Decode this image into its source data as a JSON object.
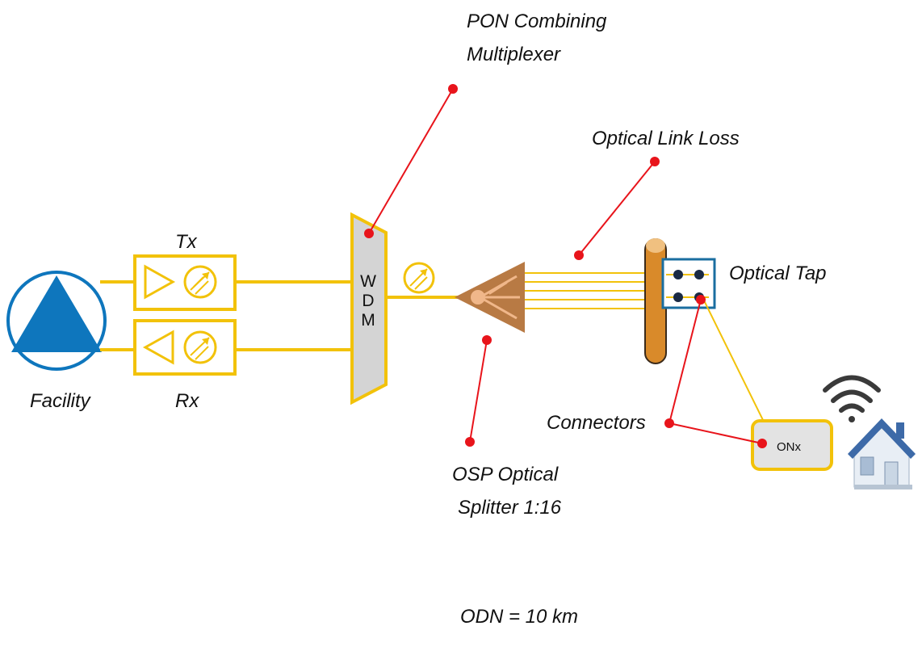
{
  "labels": {
    "pon_mux_line1": "PON Combining",
    "pon_mux_line2": "Multiplexer",
    "optical_link_loss": "Optical Link Loss",
    "tx": "Tx",
    "rx": "Rx",
    "facility": "Facility",
    "optical_tap": "Optical Tap",
    "connectors": "Connectors",
    "osp_line1": "OSP Optical",
    "osp_line2": "Splitter 1:16",
    "odn": "ODN = 10 km"
  },
  "wdm": {
    "l1": "W",
    "l2": "D",
    "l3": "M"
  },
  "onx": {
    "label": "ONx"
  },
  "colors": {
    "fiber": "#f2c20a",
    "facility_blue": "#0e76bd",
    "callout_red": "#e8141b",
    "splitter_brown": "#b87a44",
    "tap_frame": "#1a6ea0",
    "tap_port": "#1a2a44",
    "cable_orange": "#d98a2a",
    "wdm_fill": "#d4d4d4",
    "house_blue": "#3d6aa8"
  },
  "icons": {
    "facility": "triangle-in-circle-icon",
    "transmitter": "amplifier-triangle-icon",
    "receiver": "amplifier-triangle-icon",
    "photodiode": "photodiode-icon",
    "splitter": "optical-splitter-icon",
    "cable": "fiber-cable-icon",
    "tap": "optical-tap-icon",
    "wifi": "wifi-icon",
    "house": "house-icon"
  }
}
